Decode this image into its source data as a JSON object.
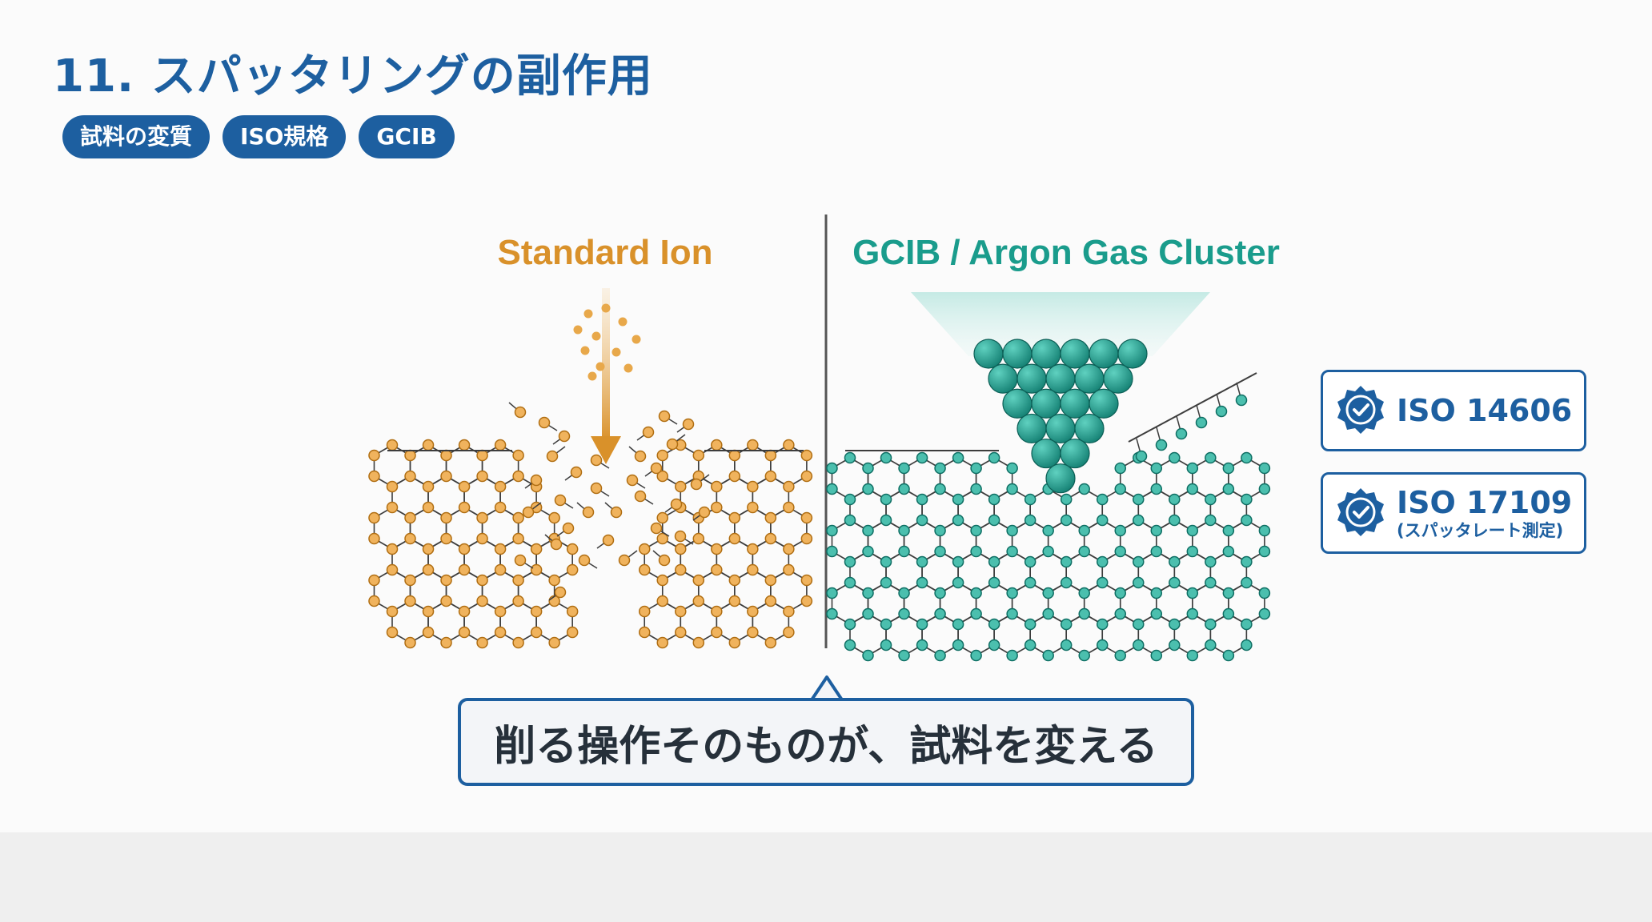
{
  "title": "11. スパッタリングの副作用",
  "tags": [
    "試料の変質",
    "ISO規格",
    "GCIB"
  ],
  "left_panel": {
    "label": "Standard Ion",
    "color": "#d9912a"
  },
  "right_panel": {
    "label": "GCIB / Argon Gas Cluster",
    "color": "#1a9c8c"
  },
  "iso": [
    {
      "main": "ISO 14606",
      "sub": ""
    },
    {
      "main": "ISO 17109",
      "sub": "(スパッタレート測定)"
    }
  ],
  "callout": "削る操作そのものが、試料を変える",
  "colors": {
    "accent": "#1d5fa0",
    "ion": "#d9912a",
    "cluster": "#1a9c8c"
  }
}
